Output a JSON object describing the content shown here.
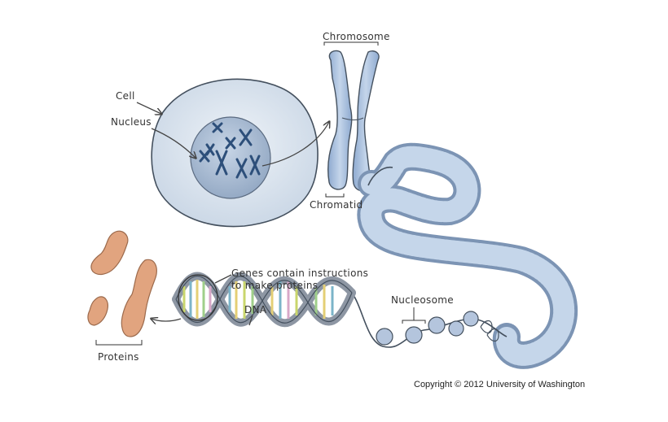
{
  "labels": {
    "cell": "Cell",
    "nucleus": "Nucleus",
    "chromosome": "Chromosome",
    "chromatid": "Chromatid",
    "genes_line1": "Genes contain instructions",
    "genes_line2": "to make proteins",
    "dna": "DNA",
    "nucleosome": "Nucleosome",
    "proteins": "Proteins"
  },
  "copyright": "Copyright © 2012 University of Washington",
  "colors": {
    "cell_fill": "#d9e3ee",
    "nucleus_fill": "#a9bcd3",
    "chromosome_fill": "#a7bfdb",
    "chromatin_fill": "#b7cbe2",
    "dna_backbone": "#8d96a3",
    "protein_fill": "#e1a47f",
    "outline": "#44505e"
  }
}
